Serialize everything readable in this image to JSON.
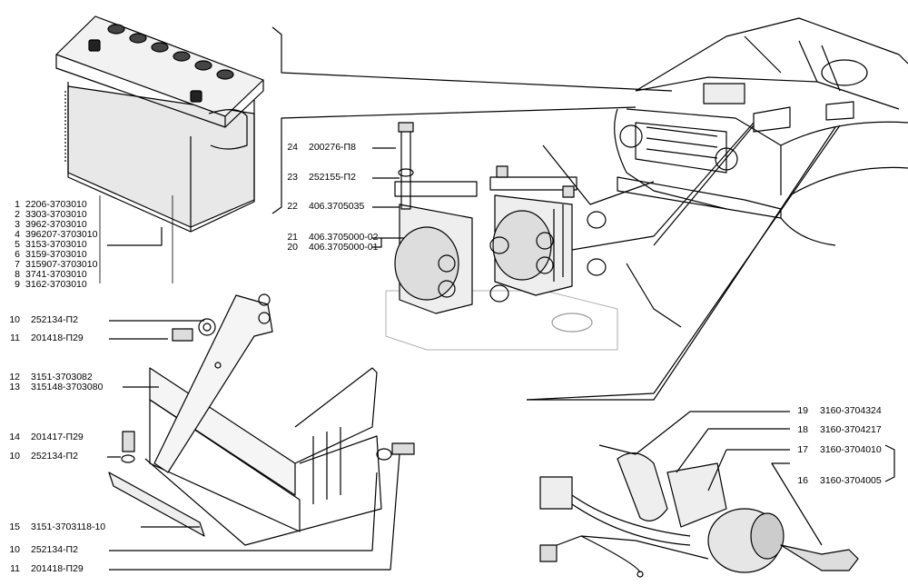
{
  "battery_parts": [
    {
      "num": "1",
      "code": "2206-3703010"
    },
    {
      "num": "2",
      "code": "3303-3703010"
    },
    {
      "num": "3",
      "code": "3962-3703010"
    },
    {
      "num": "4",
      "code": "396207-3703010"
    },
    {
      "num": "5",
      "code": "3153-3703010"
    },
    {
      "num": "6",
      "code": "3159-3703010"
    },
    {
      "num": "7",
      "code": "315907-3703010"
    },
    {
      "num": "8",
      "code": "3741-3703010"
    },
    {
      "num": "9",
      "code": "3162-3703010"
    }
  ],
  "mount_parts": [
    {
      "num": "10",
      "code": "252134-П2"
    },
    {
      "num": "11",
      "code": "201418-П29"
    },
    {
      "num": "12",
      "code": "3151-3703082"
    },
    {
      "num": "13",
      "code": "315148-3703080"
    },
    {
      "num": "14",
      "code": "201417-П29"
    },
    {
      "num": "10",
      "code": "252134-П2"
    },
    {
      "num": "15",
      "code": "3151-3703118-10"
    },
    {
      "num": "10",
      "code": "252134-П2"
    },
    {
      "num": "11",
      "code": "201418-П29"
    }
  ],
  "coil_parts": [
    {
      "num": "24",
      "code": "200276-П8"
    },
    {
      "num": "23",
      "code": "252155-П2"
    },
    {
      "num": "22",
      "code": "406.3705035"
    },
    {
      "num": "21",
      "code": "406.3705000-02"
    },
    {
      "num": "20",
      "code": "406.3705000-01"
    }
  ],
  "ignition_parts": [
    {
      "num": "19",
      "code": "3160-3704324"
    },
    {
      "num": "18",
      "code": "3160-3704217"
    },
    {
      "num": "17",
      "code": "3160-3704010"
    },
    {
      "num": "16",
      "code": "3160-3704005"
    }
  ]
}
